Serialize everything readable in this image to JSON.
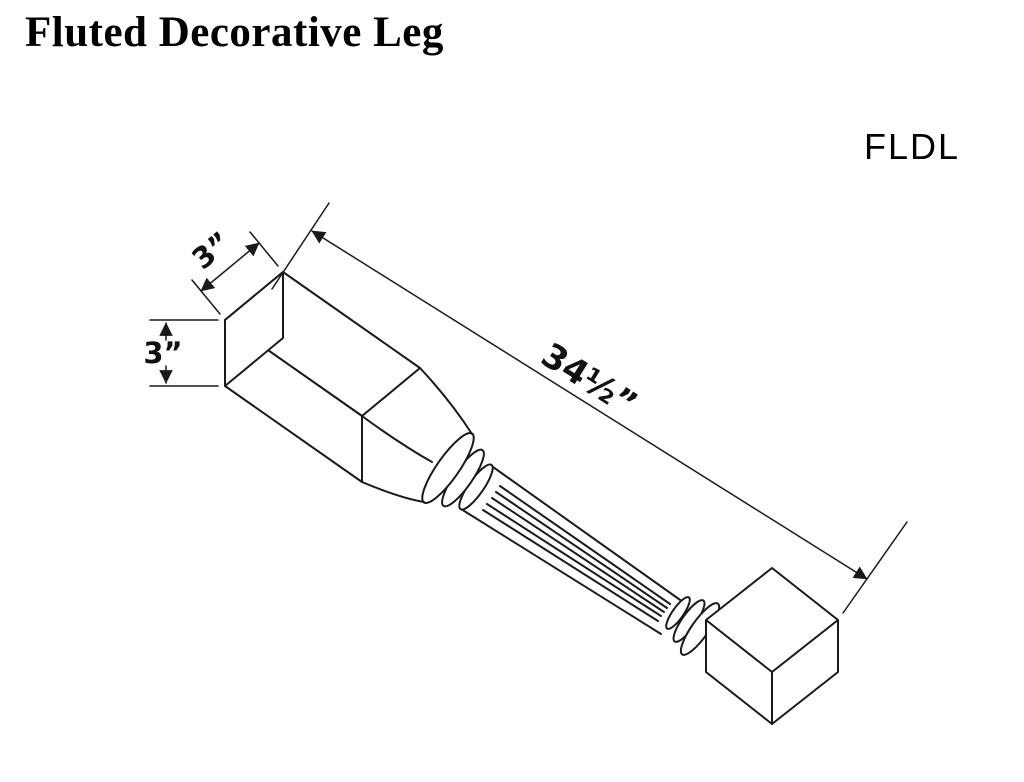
{
  "title": "Fluted Decorative Leg",
  "product_code": "FLDL",
  "diagram": {
    "dimensions": {
      "top_block_width": "3”",
      "top_block_height": "3”",
      "overall_length": "34½”"
    },
    "colors": {
      "line": "#1a1a1a",
      "background": "#ffffff",
      "text": "#000000"
    }
  }
}
